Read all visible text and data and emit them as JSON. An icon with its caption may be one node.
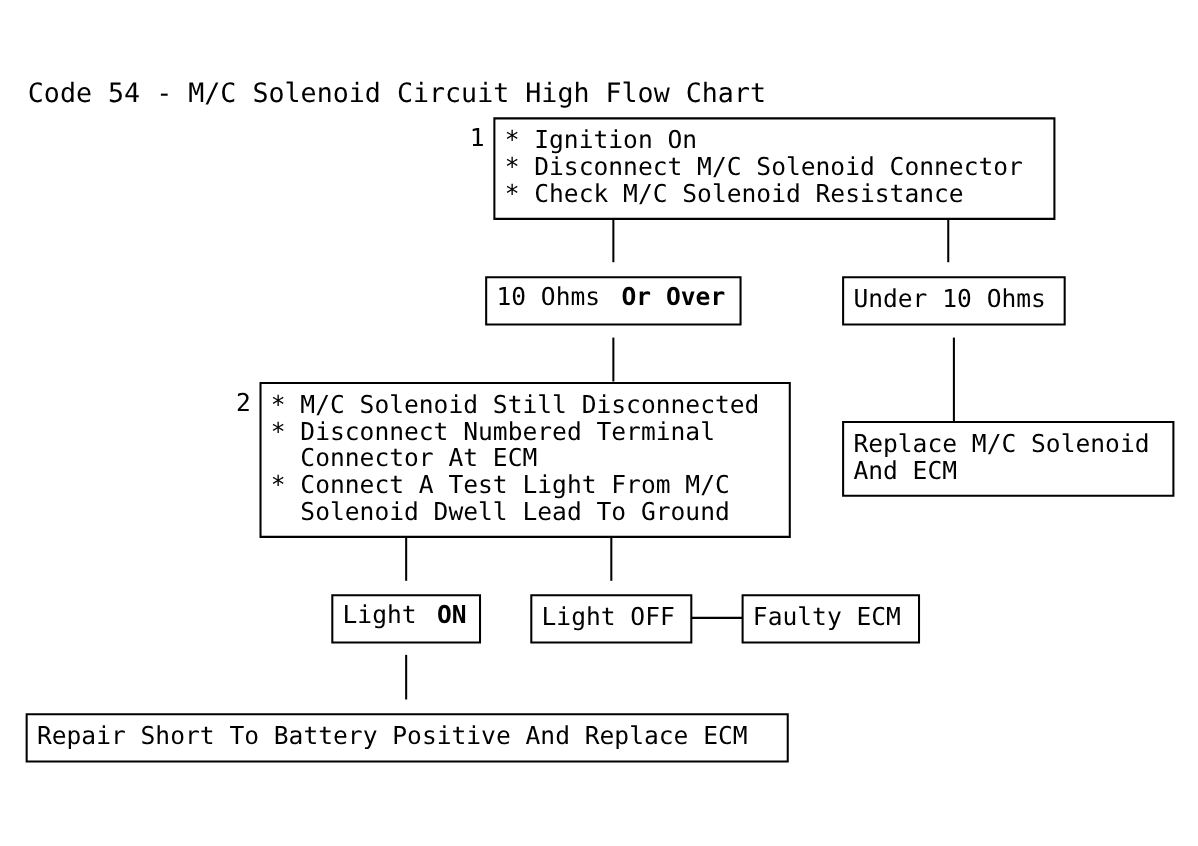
{
  "diagram": {
    "title": "Code 54 - M/C Solenoid Circuit High Flow Chart",
    "nodes": [
      {
        "text": [
          "* Ignition On",
          "* Disconnect M/C Solenoid Connector",
          "* Check M/C Solenoid Resistance"
        ],
        "beside": [
          "1"
        ]
      },
      {
        "text": [
          "10 Ohms **Or Over**"
        ]
      },
      {
        "text": [
          "Under 10 Ohms"
        ]
      },
      {
        "text": [
          "* M/C Solenoid Still Disconnected",
          "* Disconnect Numbered Terminal Connector At ECM",
          "* Connect A Test Light From M/C Solenoid Dwell Lead To Ground"
        ],
        "beside": [
          "2"
        ]
      },
      {
        "text": [
          "Replace M/C Solenoid And ECM"
        ]
      },
      {
        "text": [
          "Light **ON**"
        ]
      },
      {
        "text": [
          "Light OFF"
        ]
      },
      {
        "text": [
          "Faulty ECM"
        ]
      },
      {
        "text": [
          "Repair Short To Battery Positive And Replace ECM"
        ]
      }
    ],
    "edges": [
      {
        "from": 0,
        "to": 1,
        "arrow": "none"
      },
      {
        "from": 0,
        "to": 2,
        "arrow": "none"
      },
      {
        "from": 1,
        "to": 3,
        "arrow": "none"
      },
      {
        "from": 2,
        "to": 4,
        "arrow": "none"
      },
      {
        "from": 3,
        "to": 5,
        "arrow": "none"
      },
      {
        "from": 3,
        "to": 6,
        "arrow": "none"
      },
      {
        "from": 6,
        "to": 7,
        "arrow": "none"
      },
      {
        "from": 5,
        "to": 8,
        "arrow": "none"
      }
    ]
  }
}
